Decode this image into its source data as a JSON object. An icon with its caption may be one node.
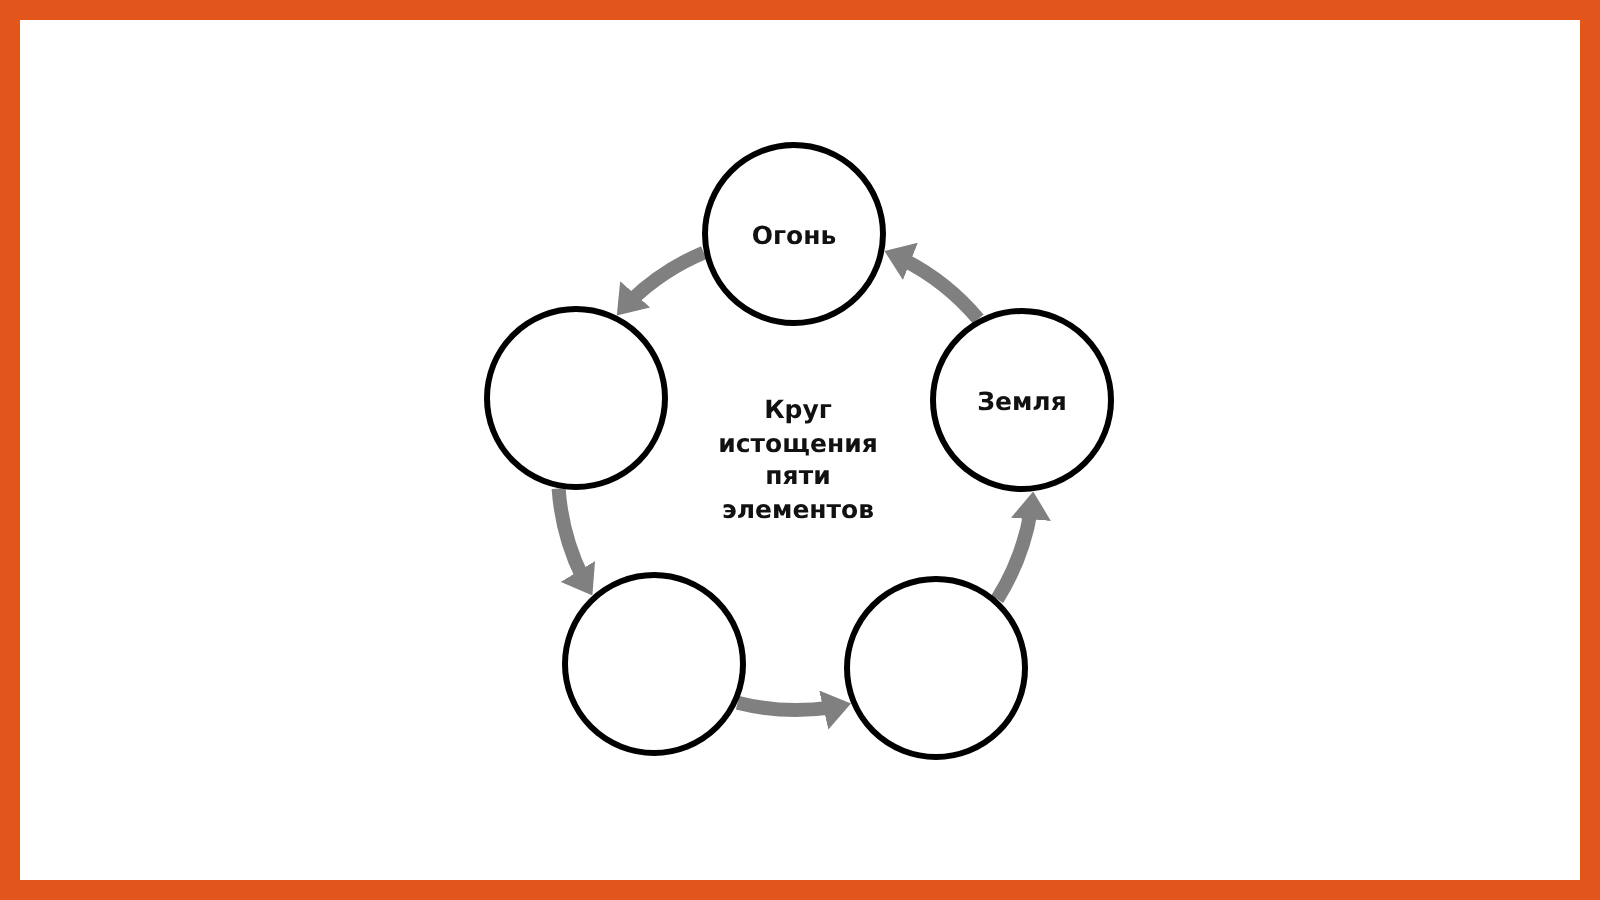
{
  "diagram": {
    "nodes": [
      {
        "text": [
          "Огонь"
        ]
      },
      {
        "text": [],
        "shape": "circle"
      },
      {
        "text": [
          "Земля"
        ]
      },
      {
        "text": [],
        "shape": "circle"
      },
      {
        "text": [],
        "shape": "circle"
      }
    ],
    "edges": [
      {
        "from": 2,
        "to": 0,
        "arrow": "to"
      },
      {
        "from": 0,
        "to": 1,
        "arrow": "to"
      },
      {
        "from": 1,
        "to": 3,
        "arrow": "to"
      },
      {
        "from": 3,
        "to": 4,
        "arrow": "to"
      },
      {
        "from": 4,
        "to": 2,
        "arrow": "to"
      }
    ],
    "labels": [
      "Круг истощения пяти элементов"
    ]
  }
}
